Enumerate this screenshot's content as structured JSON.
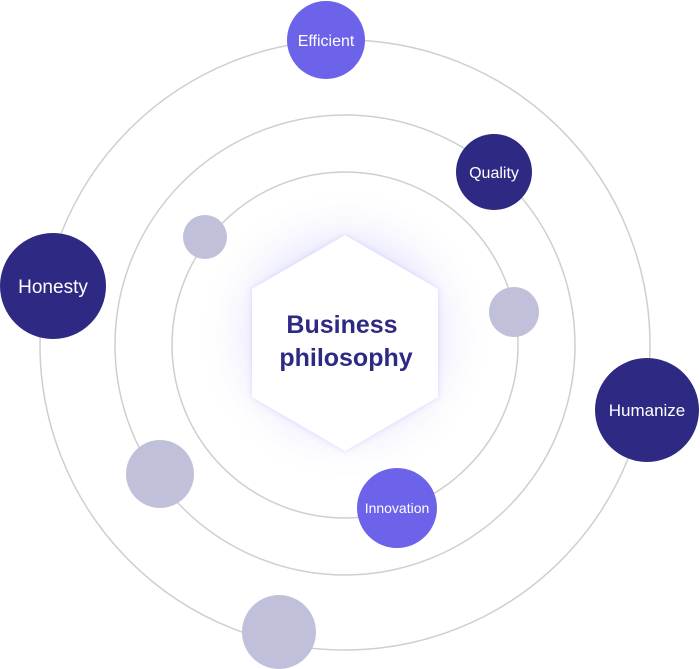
{
  "center": {
    "line1": "Business",
    "line2": "philosophy"
  },
  "nodes": {
    "efficient": "Efficient",
    "quality": "Quality",
    "honesty": "Honesty",
    "humanize": "Humanize",
    "innovation": "Innovation"
  },
  "colors": {
    "ring": "#cfcfcf",
    "light_purple": "#6c63ea",
    "dark_navy": "#2e2a84",
    "pale_lavender": "#c0c0da",
    "center_text": "#2e2a84",
    "glow": "#7b74f0"
  }
}
